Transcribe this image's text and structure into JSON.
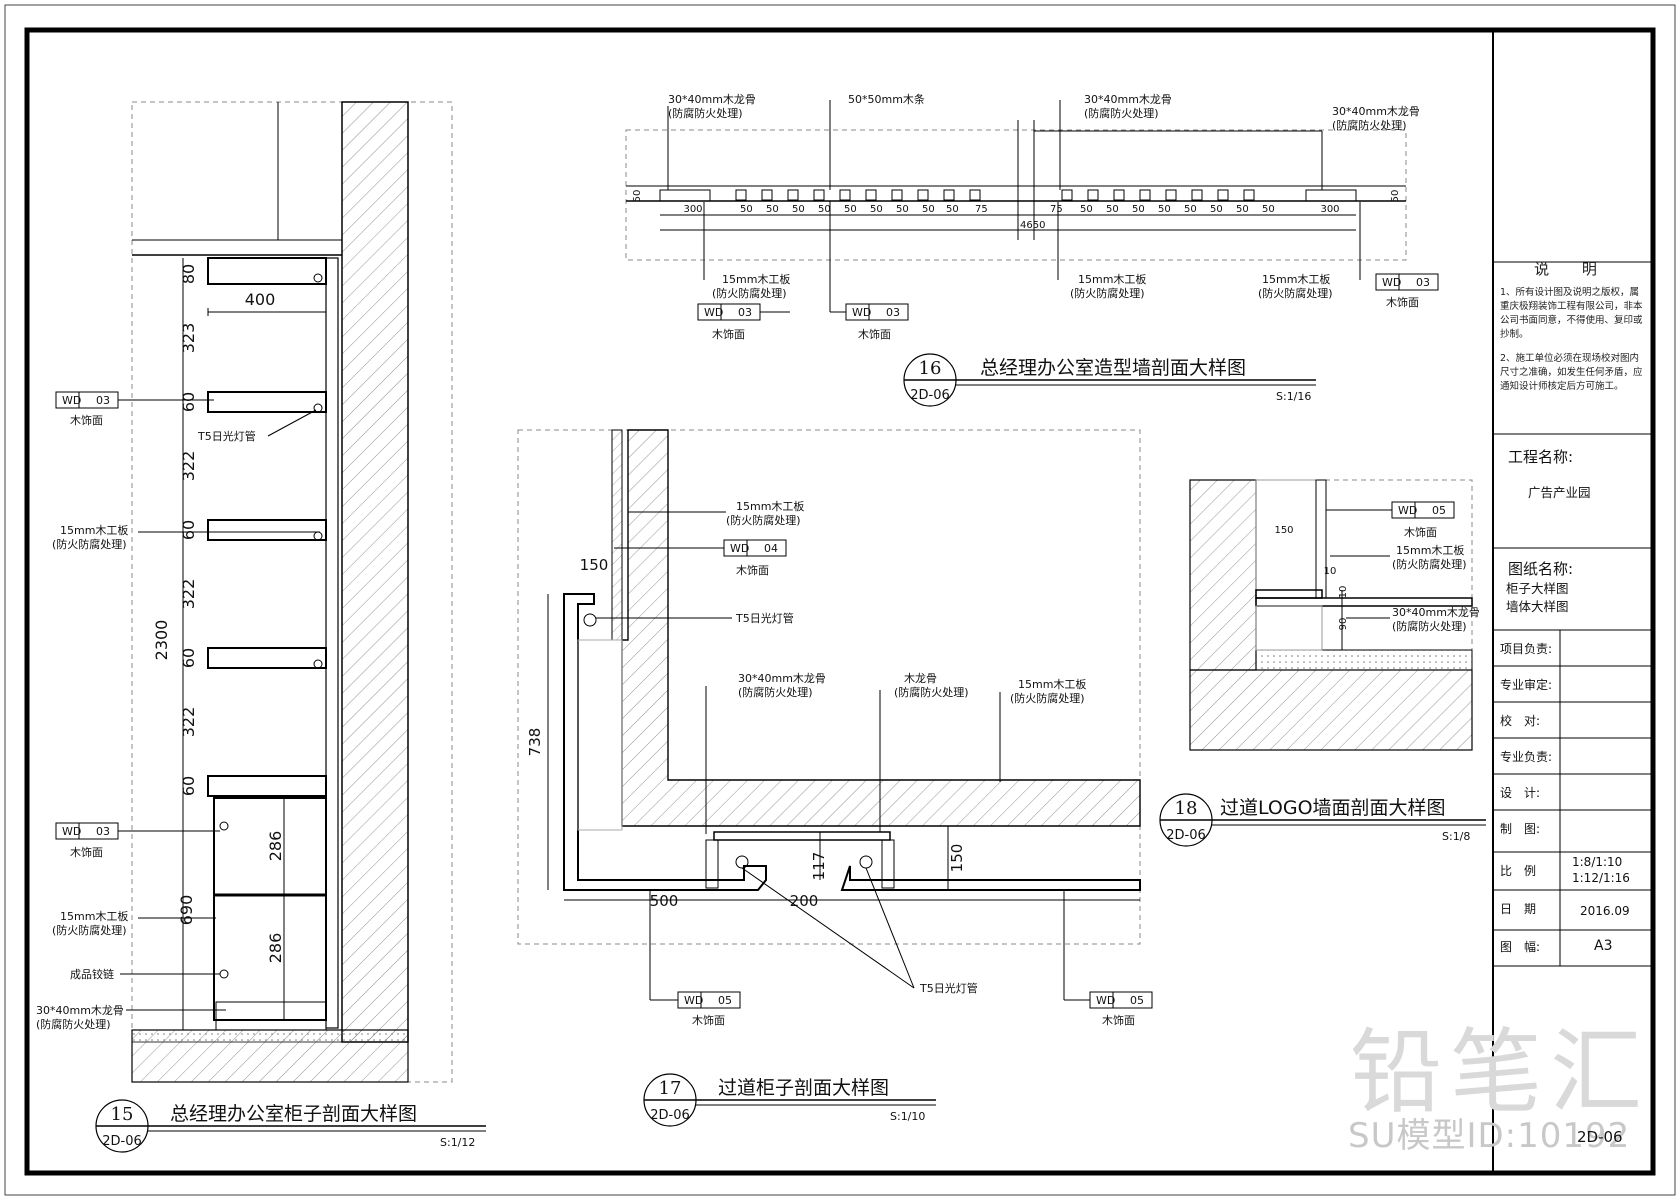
{
  "notes": {
    "title": "说 明",
    "items": [
      "1、所有设计图及说明之版权，属重庆极翔装饰工程有限公司，非本公司书面同意，不得使用、复印或抄制。",
      "2、施工单位必须在现场校对图内尺寸之准确，如发生任何矛盾，应通知设计师核定后方可施工。"
    ]
  },
  "title_block": {
    "project_label": "工程名称:",
    "project_value": "广告产业园",
    "drawing_label": "图纸名称:",
    "drawing_value_1": "柜子大样图",
    "drawing_value_2": "墙体大样图",
    "rows": [
      {
        "label": "项目负责:",
        "value": ""
      },
      {
        "label": "专业审定:",
        "value": ""
      },
      {
        "label": "校　对:",
        "value": ""
      },
      {
        "label": "专业负责:",
        "value": ""
      },
      {
        "label": "设　计:",
        "value": ""
      },
      {
        "label": "制　图:",
        "value": ""
      },
      {
        "label": "比　例",
        "value": "1:8/1:10\n1:12/1:16"
      },
      {
        "label": "日　期",
        "value": "2016.09"
      },
      {
        "label": "图　幅:",
        "value": "A3"
      }
    ],
    "sheet_no": "2D-06"
  },
  "watermark": {
    "logo": "铅笔汇",
    "id": "SU模型ID:10192"
  },
  "details": {
    "d15": {
      "num": "15",
      "sheet": "2D-06",
      "title": "总经理办公室柜子剖面大样图",
      "scale": "S:1/12"
    },
    "d16": {
      "num": "16",
      "sheet": "2D-06",
      "title": "总经理办公室造型墙剖面大样图",
      "scale": "S:1/16"
    },
    "d17": {
      "num": "17",
      "sheet": "2D-06",
      "title": "过道柜子剖面大样图",
      "scale": "S:1/10"
    },
    "d18": {
      "num": "18",
      "sheet": "2D-06",
      "title": "过道LOGO墙面剖面大样图",
      "scale": "S:1/8"
    }
  },
  "annotations": {
    "wd03": "WD",
    "code03": "03",
    "code04": "04",
    "code05": "05",
    "wood_finish": "木饰面",
    "t5": "T5日光灯管",
    "board15": "15mm木工板",
    "fireproof_a": "(防火防腐处理)",
    "fireproof_b": "(防腐防火处理)",
    "keel3040": "30*40mm木龙骨",
    "keel": "木龙骨",
    "strip5050": "50*50mm木条",
    "hinge": "成品铰链"
  },
  "dims": {
    "d15": {
      "w400": "400",
      "h80": "80",
      "h323": "323",
      "h60": "60",
      "h322": "322",
      "h2300": "2300",
      "h286": "286",
      "h690": "690"
    },
    "d16": {
      "d300": "300",
      "d50": "50",
      "d75": "75",
      "d4650": "4650",
      "d50v": "50"
    },
    "d17": {
      "d150": "150",
      "d738": "738",
      "d500": "500",
      "d200": "200",
      "d117": "117",
      "d150b": "150"
    },
    "d18": {
      "d150": "150",
      "d10": "10",
      "d90": "90"
    }
  }
}
